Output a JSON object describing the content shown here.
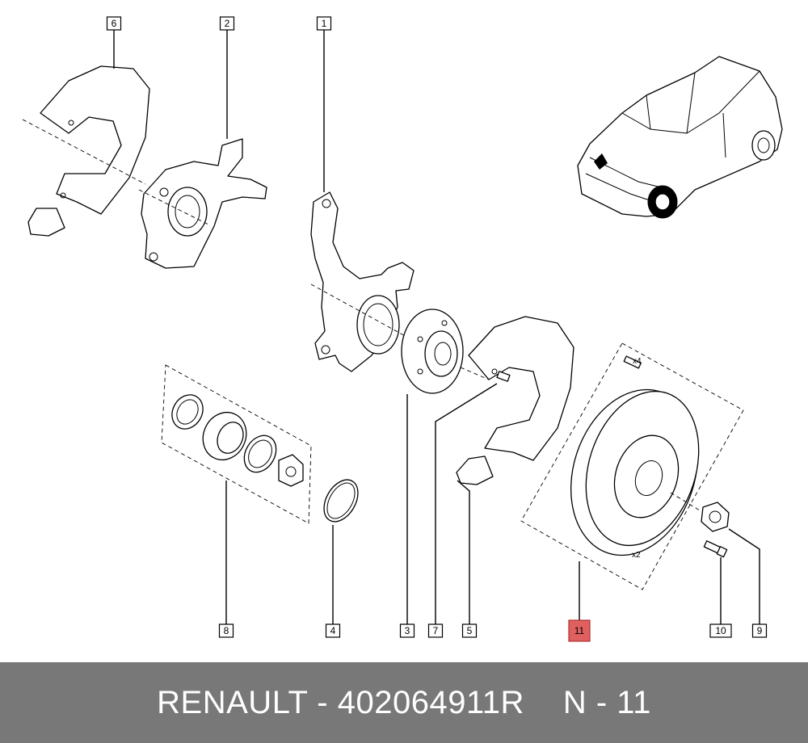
{
  "callouts": [
    {
      "id": "1",
      "highlight": false
    },
    {
      "id": "2",
      "highlight": false
    },
    {
      "id": "3",
      "highlight": false
    },
    {
      "id": "4",
      "highlight": false
    },
    {
      "id": "5",
      "highlight": false
    },
    {
      "id": "6",
      "highlight": false
    },
    {
      "id": "7",
      "highlight": false
    },
    {
      "id": "8",
      "highlight": false
    },
    {
      "id": "9",
      "highlight": false
    },
    {
      "id": "10",
      "highlight": false
    },
    {
      "id": "11",
      "highlight": true
    }
  ],
  "quantities": {
    "bolt_qty": "x4",
    "disc_qty": "x2"
  },
  "footer": {
    "brand": "RENAULT - 402064911R",
    "ref": "N - 11"
  },
  "colors": {
    "highlight": "#e06060",
    "footer_band": "#787878"
  }
}
